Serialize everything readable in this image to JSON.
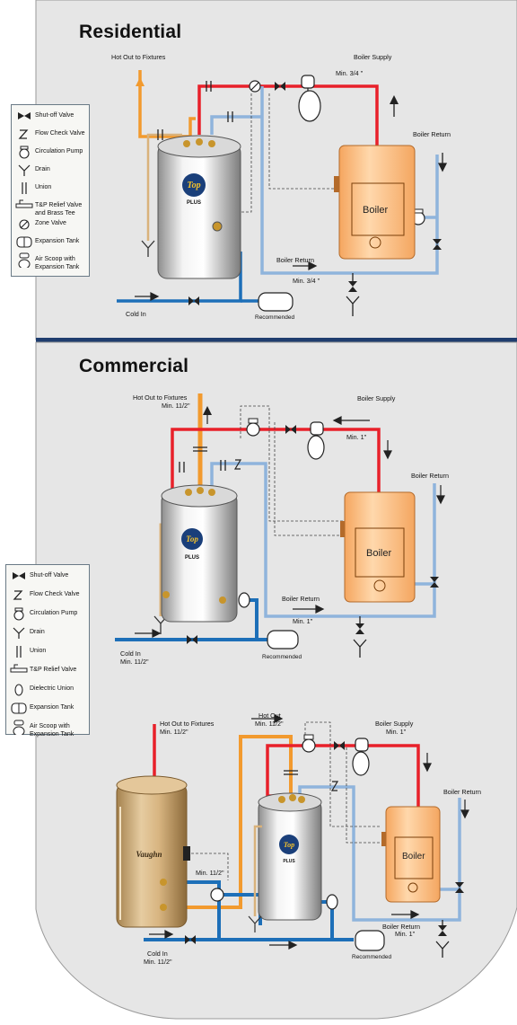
{
  "sections": {
    "residential": "Residential",
    "commercial": "Commercial"
  },
  "residential": {
    "hot_out": "Hot Out to Fixtures",
    "boiler_supply": "Boiler Supply",
    "min_supply": "Min. 3/4 \"",
    "boiler_return_top": "Boiler Return",
    "boiler_return_bottom": "Boiler Return",
    "min_return": "Min. 3/4 \"",
    "cold_in": "Cold  In",
    "recommended": "Recommended",
    "boiler": "Boiler"
  },
  "commercial": {
    "hot_out": "Hot Out to Fixtures",
    "hot_out_min": "Min. 11/2\"",
    "boiler_supply": "Boiler Supply",
    "min_supply": "Min. 1\"",
    "boiler_return_top": "Boiler Return",
    "boiler_return_bottom": "Boiler Return",
    "min_return": "Min. 1\"",
    "cold_in": "Cold  In",
    "cold_in_min": "Min. 11/2\"",
    "recommended": "Recommended",
    "boiler": "Boiler"
  },
  "commercial2": {
    "hot_out_fixtures": "Hot Out to Fixtures",
    "hot_out_fixtures_min": "Min. 11/2\"",
    "hot_out": "Hot Out",
    "hot_out_min": "Min. 11/2\"",
    "boiler_supply": "Boiler Supply",
    "min_supply": "Min. 1\"",
    "boiler_return_top": "Boiler Return",
    "boiler_return_bottom": "Boiler Return",
    "min_return": "Min. 1\"",
    "min_mid": "Min. 11/2\"",
    "cold_in": "Cold  In",
    "cold_in_min": "Min. 11/2\"",
    "recommended": "Recommended",
    "boiler": "Boiler"
  },
  "legend1": [
    {
      "icon": "shutoff-valve-icon",
      "label": "Shut-off Valve"
    },
    {
      "icon": "flow-check-valve-icon",
      "label": "Flow Check Valve"
    },
    {
      "icon": "circulation-pump-icon",
      "label": "Circulation Pump"
    },
    {
      "icon": "drain-icon",
      "label": "Drain"
    },
    {
      "icon": "union-icon",
      "label": "Union"
    },
    {
      "icon": "tp-relief-valve-icon",
      "label": "T&P Relief Valve"
    },
    {
      "icon": "",
      "label": "and Brass Tee"
    },
    {
      "icon": "zone-valve-icon",
      "label": "Zone Valve"
    },
    {
      "icon": "expansion-tank-icon",
      "label": "Expansion Tank"
    },
    {
      "icon": "air-scoop-icon",
      "label": "Air Scoop with"
    },
    {
      "icon": "",
      "label": "Expansion Tank"
    }
  ],
  "legend2": [
    {
      "icon": "shutoff-valve-icon",
      "label": "Shut-off Valve"
    },
    {
      "icon": "flow-check-valve-icon",
      "label": "Flow Check Valve"
    },
    {
      "icon": "circulation-pump-icon",
      "label": "Circulation Pump"
    },
    {
      "icon": "drain-icon",
      "label": "Drain"
    },
    {
      "icon": "union-icon",
      "label": "Union"
    },
    {
      "icon": "tp-relief-valve-icon",
      "label": "T&P Relief Valve"
    },
    {
      "icon": "dielectric-union-icon",
      "label": "Dielectric Union"
    },
    {
      "icon": "expansion-tank-icon",
      "label": "Expansion Tank"
    },
    {
      "icon": "air-scoop-icon",
      "label": "Air Scoop with"
    },
    {
      "icon": "",
      "label": "Expansion Tank"
    }
  ],
  "brand": {
    "top_badge": "Top",
    "plus_badge": "PLUS",
    "storage_badge": "Vaughn"
  },
  "colors": {
    "hot": "#e8202a",
    "hot_domestic": "#f29a2e",
    "cold": "#1d6fb8",
    "return": "#8fb4dc",
    "panel": "#e6e6e6",
    "boiler": "#fbc58f",
    "divider": "#1f3d6e"
  }
}
